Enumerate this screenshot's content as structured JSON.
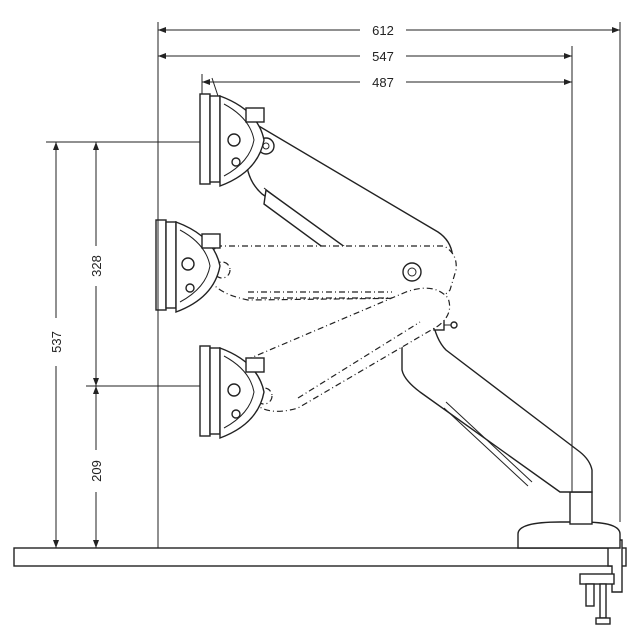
{
  "dimensions": {
    "width_overall": "612",
    "width_mid": "547",
    "width_inner": "487",
    "height_overall": "537",
    "height_range": "328",
    "height_low": "209"
  }
}
